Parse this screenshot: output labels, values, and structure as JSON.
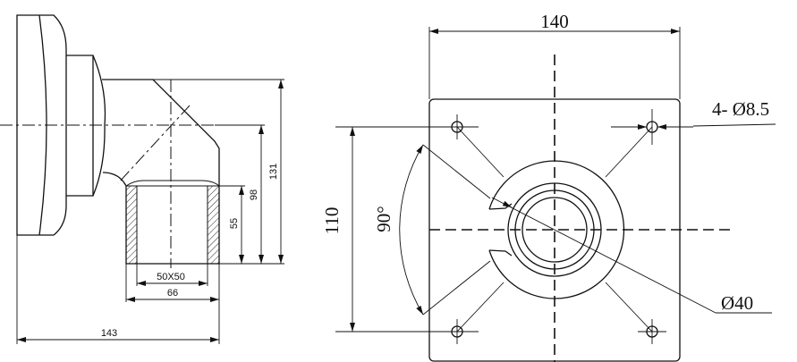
{
  "side_view": {
    "dims": {
      "height_total": "131",
      "height_center": "98",
      "socket_depth": "55",
      "socket_inner": "50X50",
      "socket_outer": "66",
      "overall_length": "143"
    }
  },
  "front_view": {
    "dims": {
      "plate_width": "140",
      "hole_spacing": "110",
      "angle": "90°",
      "holes": "4- Ø8.5",
      "bore": "Ø40"
    }
  }
}
